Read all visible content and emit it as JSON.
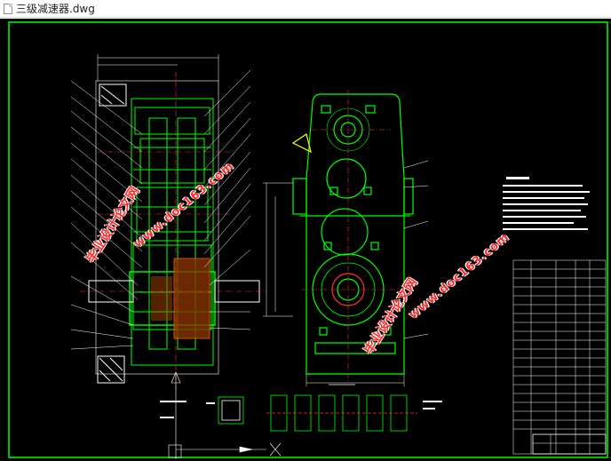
{
  "window": {
    "title": "三级减速器.dwg",
    "icon": "dwg-file-icon"
  },
  "drawing": {
    "border_color": "#00ff00",
    "background": "#000000",
    "line_colors": {
      "main": "#00ff00",
      "dim": "#ffffff",
      "center": "#ff3333",
      "accent": "#ffff00"
    }
  },
  "watermarks": {
    "left_cn": "毕业设计论文网",
    "left_url": "www.doc163.com",
    "right_cn": "毕业设计论文网",
    "right_url": "www.doc163.com"
  }
}
